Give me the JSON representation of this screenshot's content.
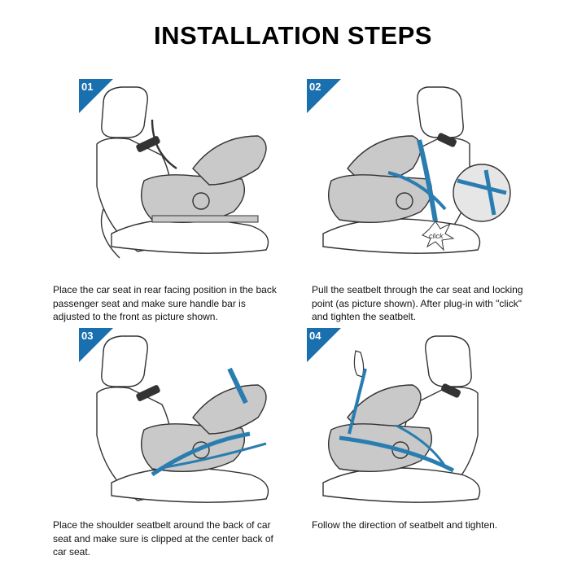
{
  "title": "INSTALLATION STEPS",
  "colors": {
    "badge": "#1a6fae",
    "belt": "#2a7db0",
    "seat_fill": "#c9c9c9",
    "outline": "#333333"
  },
  "steps": [
    {
      "number": "01",
      "text": "Place the car seat in rear facing position  in the back\npassenger seat and make sure handle bar is\nadjusted to the front as picture shown."
    },
    {
      "number": "02",
      "text": "Pull the seatbelt through the car seat and locking\npoint (as picture shown). After plug-in with \"click\"\nand tighten the seatbelt.",
      "callout": "click"
    },
    {
      "number": "03",
      "text": "Place the shoulder  seatbelt around the back of car\nseat and make sure is clipped  at the center back of\ncar seat."
    },
    {
      "number": "04",
      "text": "Follow  the direction of seatbelt and tighten."
    }
  ]
}
